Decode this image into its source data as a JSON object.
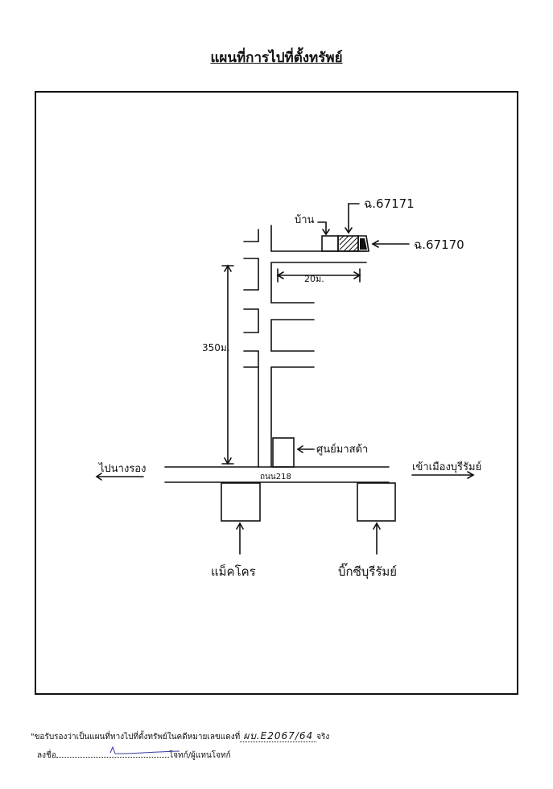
{
  "title": "แผนที่การไปที่ตั้งทรัพย์",
  "labels": {
    "house": "บ้าน",
    "parcel_top": "ฉ.67171",
    "parcel_right": "ฉ.67170",
    "dist_20": "20ม.",
    "dist_350": "350ม.",
    "center": "ศูนย์มาสด้า",
    "road": "ถนน218",
    "to_left": "ไปนางรอง",
    "to_right": "เข้าเมืองบุรีรัมย์",
    "makro": "แม็คโคร",
    "bigc": "บิ๊กซีบุรีรัมย์"
  },
  "certification": {
    "text_before": "\"ขอรับรองว่าเป็นแผนที่ทางไปที่ตั้งทรัพย์ในคดีหมายเลขแดงที่",
    "case_no": "ผบ.E2067/64",
    "text_after": "จริง",
    "sign_prefix": "ลงชื่อ",
    "sign_suffix": "โจทก์/ผู้แทนโจทก์"
  }
}
